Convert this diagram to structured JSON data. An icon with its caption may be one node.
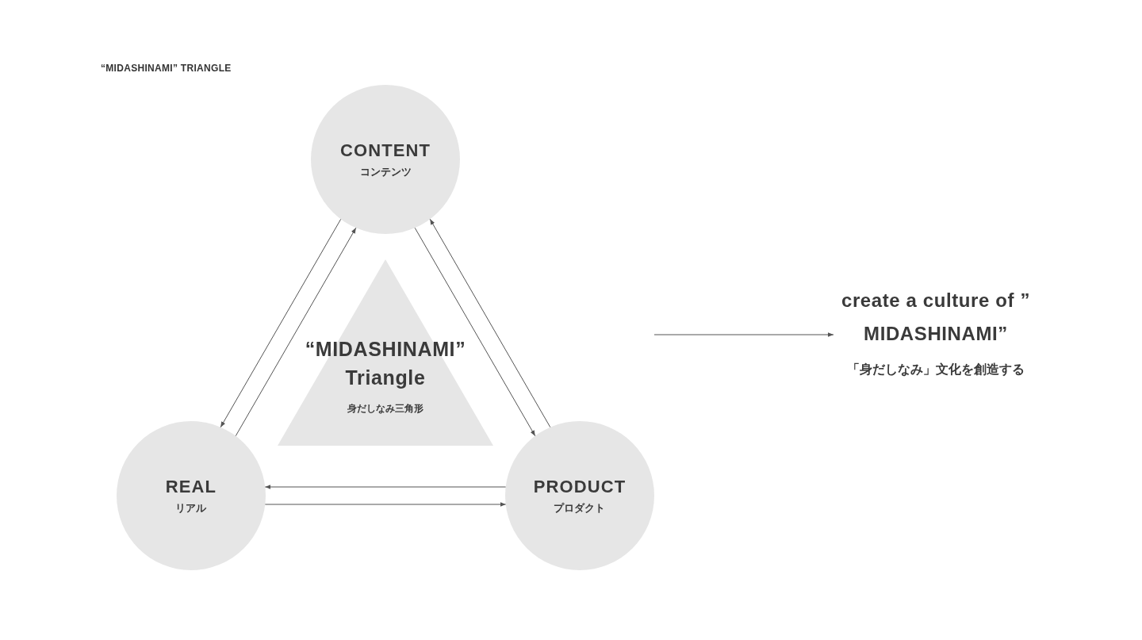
{
  "diagram": {
    "title": "“MIDASHINAMI” TRIANGLE",
    "nodes": [
      {
        "text": [
          "CONTENT",
          "コンテンツ"
        ]
      },
      {
        "text": [
          "REAL",
          "リアル"
        ]
      },
      {
        "text": [
          "PRODUCT",
          "プロダクト"
        ]
      },
      {
        "text": [
          "“MIDASHINAMI” Triangle",
          "身だしなみ三角形"
        ]
      },
      {
        "text": [
          "create a culture of ” MIDASHINAMI”",
          "「身だしなみ」文化を創造する"
        ]
      }
    ],
    "edges": [
      {
        "from": 0,
        "to": 1,
        "arrow": "to"
      },
      {
        "from": 1,
        "to": 0,
        "arrow": "to"
      },
      {
        "from": 2,
        "to": 0,
        "arrow": "to"
      },
      {
        "from": 0,
        "to": 2,
        "arrow": "to"
      },
      {
        "from": 2,
        "to": 1,
        "arrow": "to"
      },
      {
        "from": 1,
        "to": 2,
        "arrow": "to"
      },
      {
        "from": null,
        "to": 4,
        "arrow": "to"
      }
    ]
  }
}
